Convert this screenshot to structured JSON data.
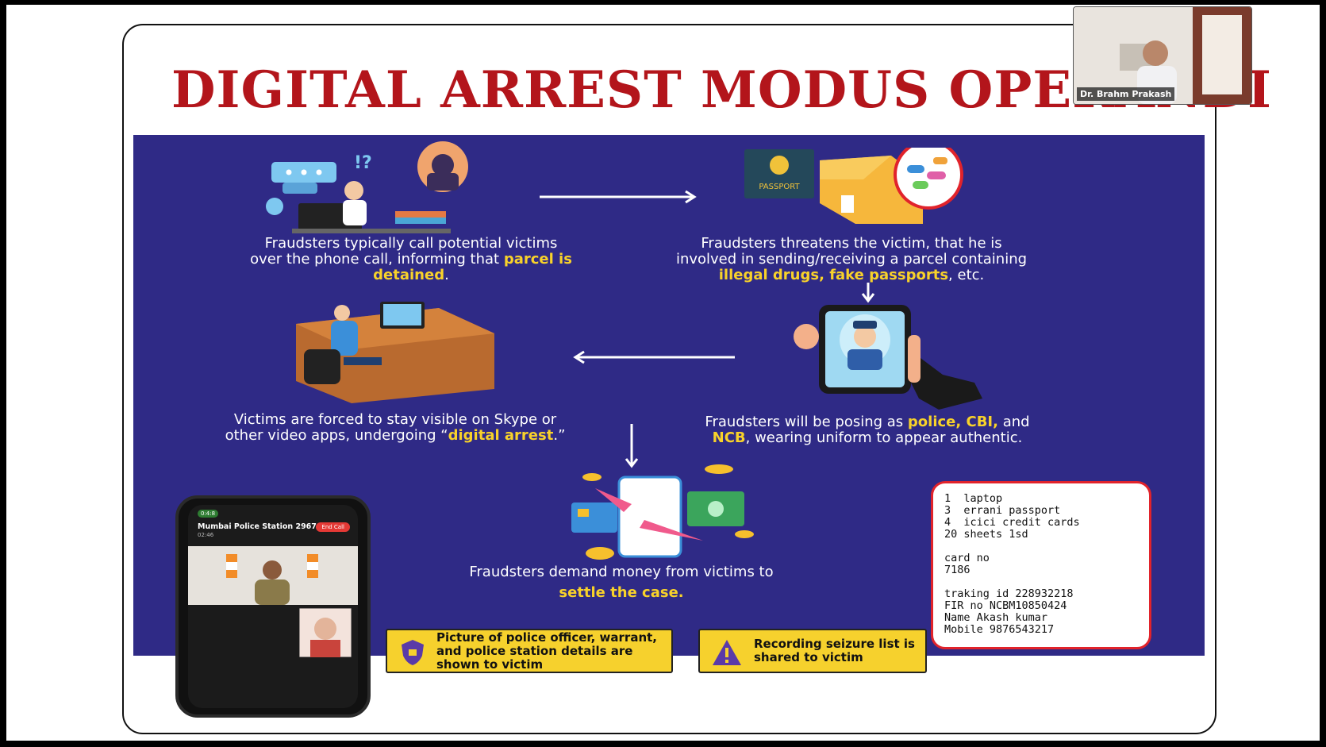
{
  "slide": {
    "title": "DIGITAL ARREST MODUS OPERANDI"
  },
  "steps": {
    "call": {
      "line1": "Fraudsters typically call potential victims",
      "line2a": "over the phone call, informing that ",
      "line2b": "parcel is",
      "line3": "detained",
      "line3end": "."
    },
    "threat": {
      "line1": "Fraudsters threatens the victim, that he is",
      "line2": "involved in sending/receiving a parcel containing",
      "line3a": "illegal drugs, fake passports",
      "line3b": ", etc."
    },
    "pose": {
      "line1a": "Fraudsters will be posing as ",
      "line1b": "police, CBI,",
      "line1c": " and",
      "line2a": "NCB",
      "line2b": ", wearing uniform to appear authentic."
    },
    "skype": {
      "line1": "Victims are forced to stay visible on Skype or",
      "line2a": "other video apps, undergoing “",
      "line2b": "digital arrest",
      "line2c": ".”"
    },
    "money": {
      "line1": "Fraudsters demand money from victims to",
      "line2": "settle the case."
    }
  },
  "passport_label": "PASSPORT",
  "seizure_list": [
    "1  laptop",
    "3  errani passport",
    "4  icici credit cards",
    "20 sheets 1sd",
    "",
    "card no",
    "7186",
    "",
    "traking id 228932218",
    "FIR no NCBM10850424",
    "Name Akash kumar",
    "Mobile 9876543217"
  ],
  "call_screen": {
    "caller": "Mumbai Police Station 2967",
    "duration": "02:46",
    "end_call": "End Call",
    "signal": "0:4:8"
  },
  "notes": {
    "picture": "Picture of police officer, warrant, and police station details are shown to victim",
    "recording": "Recording seizure list is shared to victim"
  },
  "presenter": {
    "name": "Dr. Brahm Prakash"
  },
  "colors": {
    "title": "#b3151b",
    "panel": "#2f2a86",
    "highlight": "#f8d22a",
    "note_box": "#f6d12d",
    "seizure_border": "#e1232b"
  }
}
